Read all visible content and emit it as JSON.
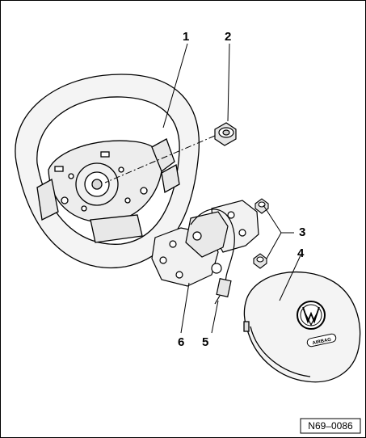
{
  "figure": {
    "callouts": [
      "1",
      "2",
      "3",
      "4",
      "5",
      "6"
    ],
    "reference_code": "N69–0086",
    "logo_text": "VW",
    "badge_text": "AIRBAG"
  },
  "colors": {
    "line": "#000000",
    "fill_light": "#f2f2f2",
    "fill_mid": "#e6e6e6",
    "background": "#ffffff"
  }
}
